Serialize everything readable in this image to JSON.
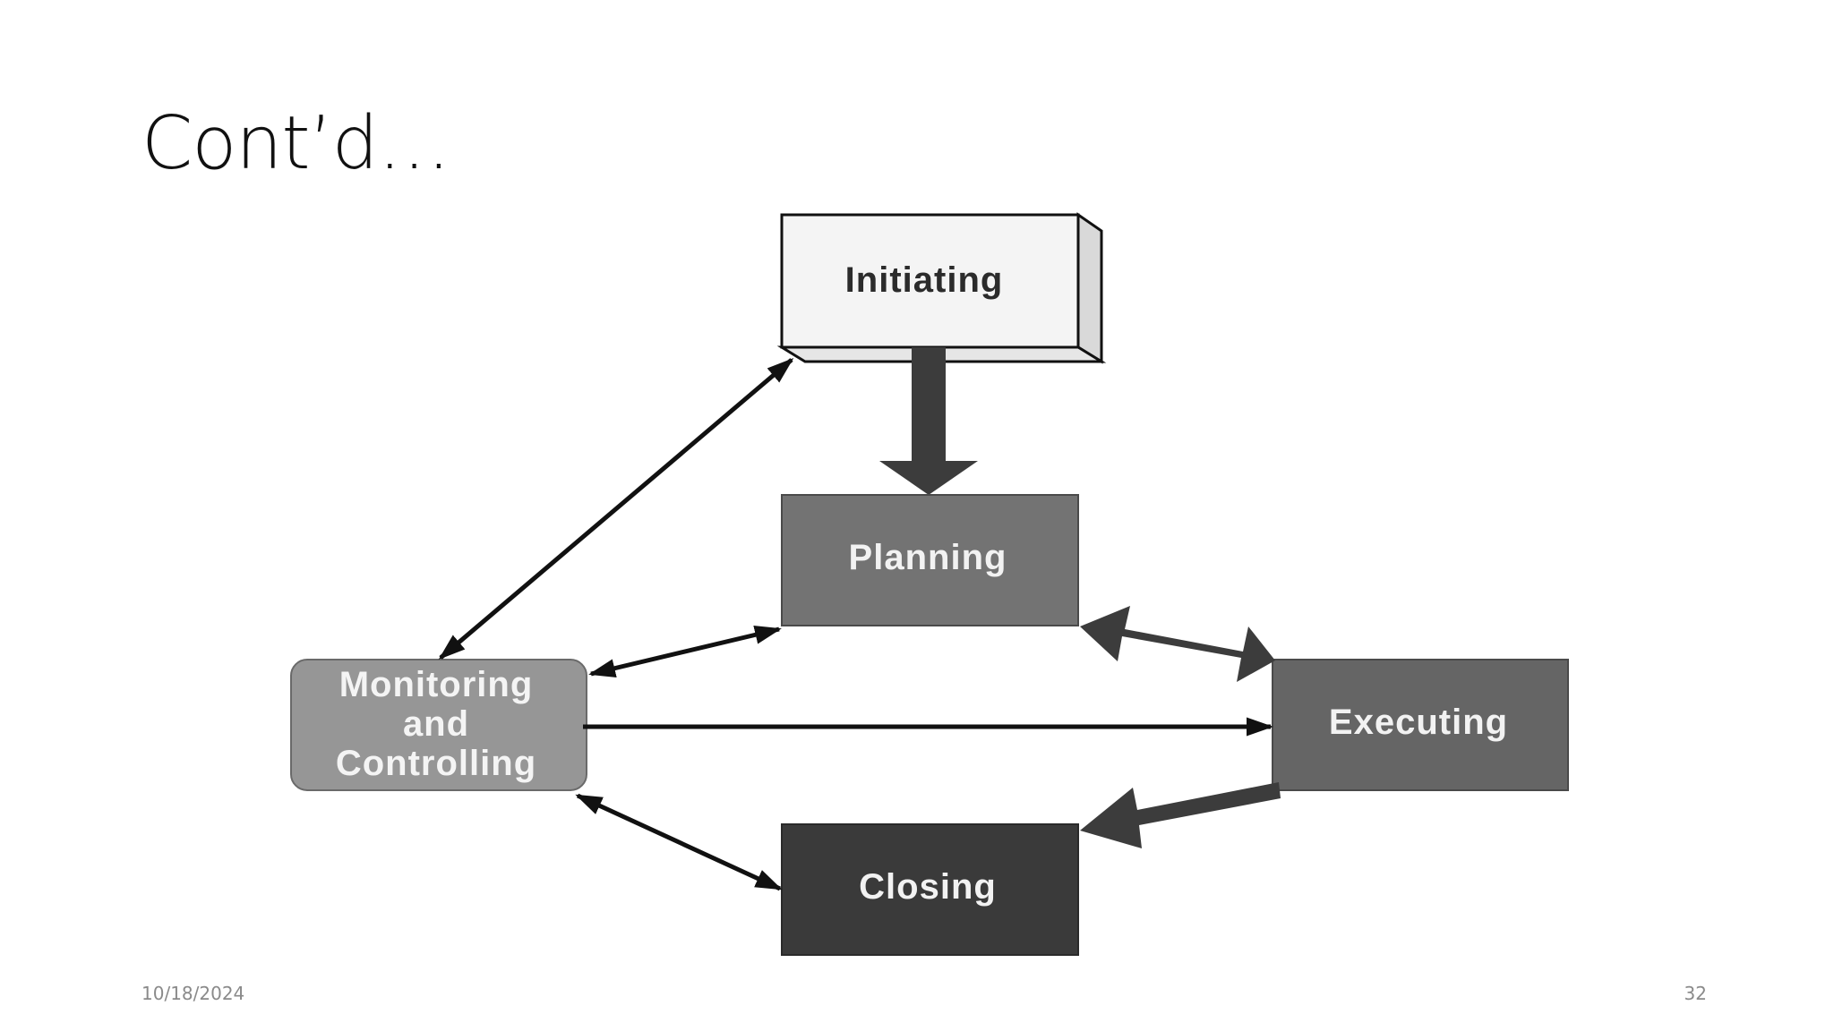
{
  "slide": {
    "title": "Cont’d…",
    "date": "10/18/2024",
    "page_number": "32"
  },
  "diagram": {
    "nodes": {
      "initiating": "Initiating",
      "planning": "Planning",
      "executing": "Executing",
      "closing": "Closing",
      "monitoring": [
        "Monitoring",
        "and",
        "Controlling"
      ]
    },
    "colors": {
      "initiating_fill": "#f4f4f4",
      "planning_fill": "#737373",
      "executing_fill": "#656565",
      "closing_fill": "#3a3a3a",
      "monitoring_fill": "#969696",
      "thick_arrow": "#3c3c3c",
      "thin_arrow": "#111111"
    }
  }
}
